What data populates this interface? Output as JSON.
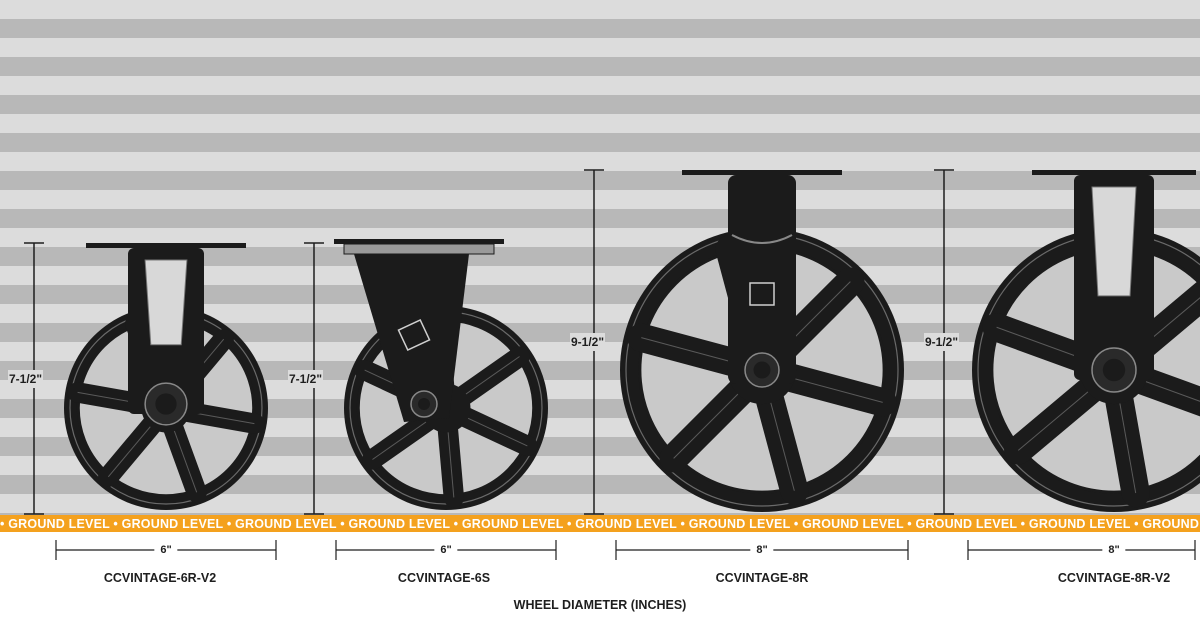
{
  "ground_label": "GROUND LEVEL",
  "x_axis_title": "WHEEL DIAMETER (INCHES)",
  "band_colors": {
    "light": "#dcdcdc",
    "dark": "#b8b8b8",
    "ground": "#f4a11e",
    "hardware": "#1b1b1b"
  },
  "casters": [
    {
      "model": "CCVINTAGE-6R-V2",
      "type": "rigid",
      "height": "7-1/2\"",
      "wheel_diameter": "6\""
    },
    {
      "model": "CCVINTAGE-6S",
      "type": "swivel",
      "height": "7-1/2\"",
      "wheel_diameter": "6\""
    },
    {
      "model": "CCVINTAGE-8R",
      "type": "rigid",
      "height": "9-1/2\"",
      "wheel_diameter": "8\""
    },
    {
      "model": "CCVINTAGE-8R-V2",
      "type": "rigid",
      "height": "9-1/2\"",
      "wheel_diameter": "8\""
    }
  ]
}
